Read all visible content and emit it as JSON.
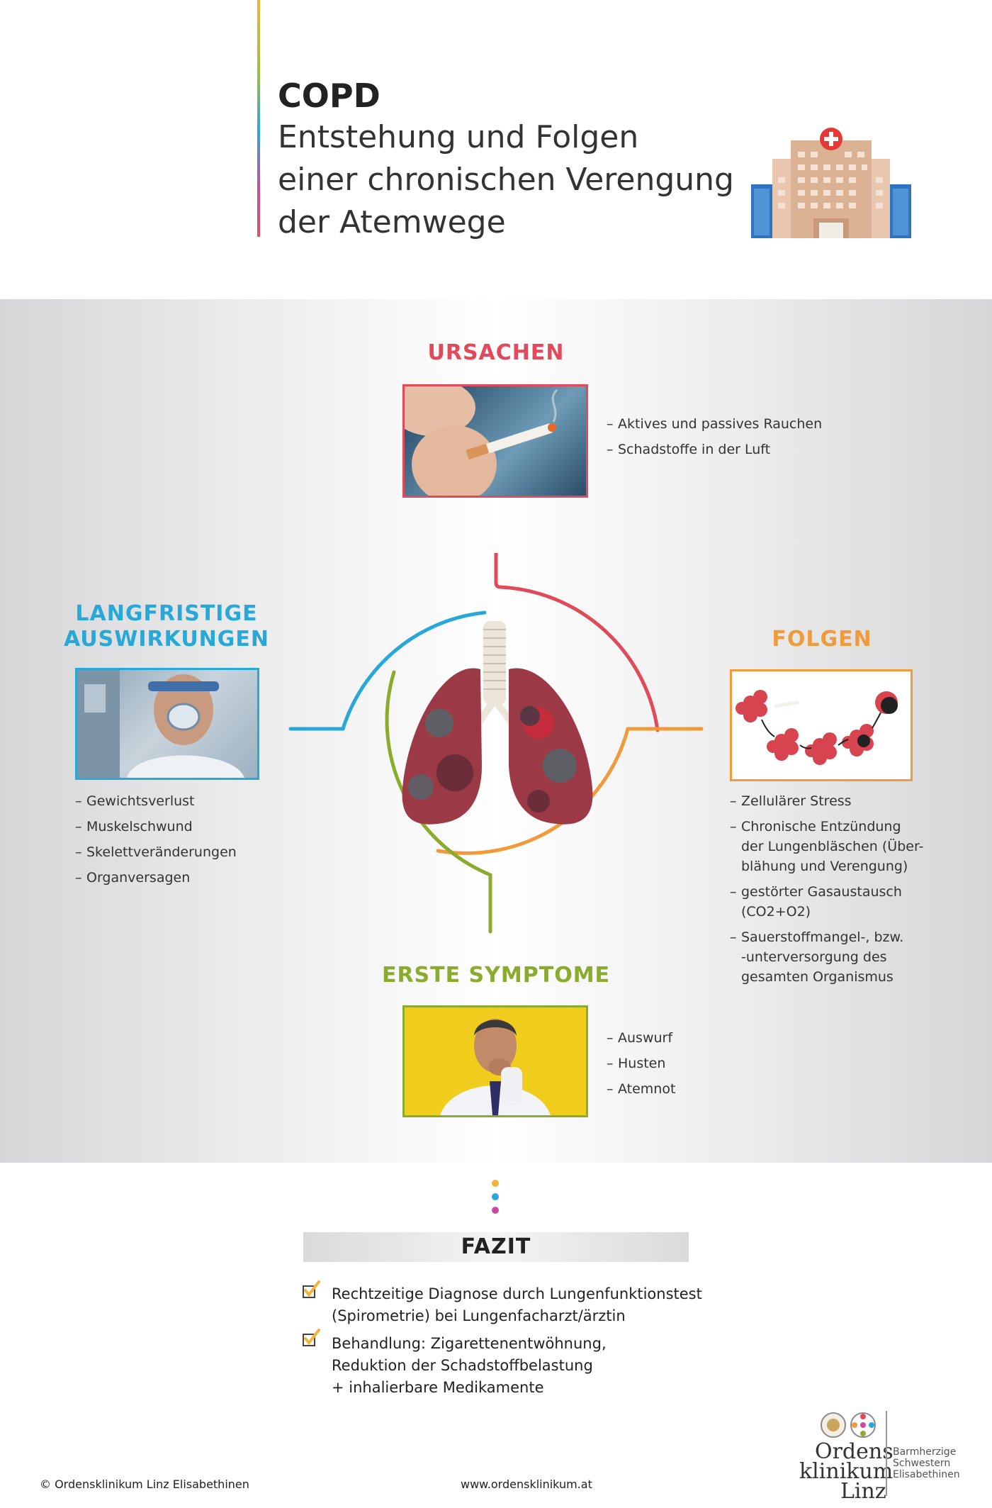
{
  "header": {
    "title": "COPD",
    "subtitle_lines": [
      "Entstehung und Folgen",
      "einer chronischen Verengung",
      "der Atemwege"
    ]
  },
  "sections": {
    "ursachen": {
      "heading": "URSACHEN",
      "items": [
        "Aktives und passives Rauchen",
        "Schadstoffe in der Luft"
      ]
    },
    "langfristig": {
      "heading_lines": [
        "LANGFRISTIGE",
        "AUSWIRKUNGEN"
      ],
      "items": [
        "Gewichtsverlust",
        "Muskelschwund",
        "Skelettveränderungen",
        "Organversagen"
      ]
    },
    "folgen": {
      "heading": "FOLGEN",
      "items": [
        [
          "Zellulärer Stress"
        ],
        [
          "Chronische Entzündung",
          "der Lungenbläschen (Über-",
          "blähung und Verengung)"
        ],
        [
          "gestörter Gasaustausch",
          "(CO2+O2)"
        ],
        [
          "Sauerstoffmangel-, bzw.",
          "-unterversorgung des",
          "gesamten Organismus"
        ]
      ]
    },
    "symptome": {
      "heading": "ERSTE SYMPTOME",
      "items": [
        "Auswurf",
        "Husten",
        "Atemnot"
      ]
    }
  },
  "fazit": {
    "heading": "FAZIT",
    "items": [
      [
        "Rechtzeitige Diagnose durch Lungenfunktionstest",
        "(Spirometrie) bei Lungenfacharzt/ärztin"
      ],
      [
        "Behandlung: Zigarettenentwöhnung,",
        "Reduktion der Schadstoffbelastung",
        "+ inhalierbare Medikamente"
      ]
    ]
  },
  "footer": {
    "copyright": "© Ordensklinikum Linz Elisabethinen",
    "url": "www.ordensklinikum.at",
    "logo_lines": [
      "Ordens",
      "klinikum",
      "Linz"
    ],
    "logo_sub_lines": [
      "Barmherzige",
      "Schwestern",
      "Elisabethinen"
    ]
  },
  "colors": {
    "ursachen": "#e04a5a",
    "langfristig": "#27a8d8",
    "folgen": "#f19a3c",
    "symptome": "#8aab2e"
  }
}
